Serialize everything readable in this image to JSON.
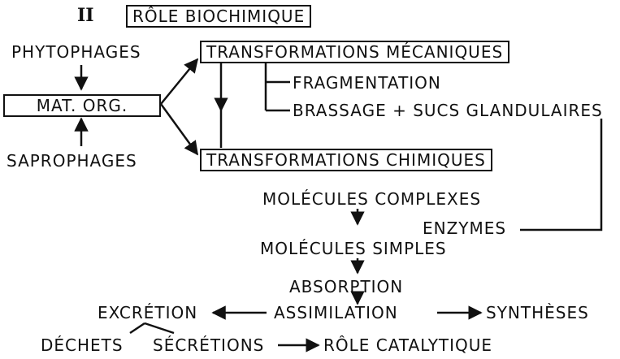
{
  "section_number": "II",
  "title": "RÔLE BIOCHIMIQUE",
  "nodes": {
    "phytophages": "PHYTOPHAGES",
    "mat_org": "MAT. ORG.",
    "saprophages": "SAPROPHAGES",
    "transformations_mecaniques": "TRANSFORMATIONS MÉCANIQUES",
    "fragmentation": "FRAGMENTATION",
    "brassage": "BRASSAGE + SUCS GLANDULAIRES",
    "transformations_chimiques": "TRANSFORMATIONS CHIMIQUES",
    "molecules_complexes": "MOLÉCULES COMPLEXES",
    "enzymes": "ENZYMES",
    "molecules_simples": "MOLÉCULES SIMPLES",
    "absorption": "ABSORPTION",
    "excretion": "EXCRÉTION",
    "assimilation": "ASSIMILATION",
    "syntheses": "SYNTHÈSES",
    "dechets": "DÉCHETS",
    "secretions": "SÉCRÉTIONS",
    "role_catalytique": "RÔLE CATALYTIQUE"
  },
  "colors": {
    "ink": "#111111",
    "paper": "#ffffff"
  }
}
